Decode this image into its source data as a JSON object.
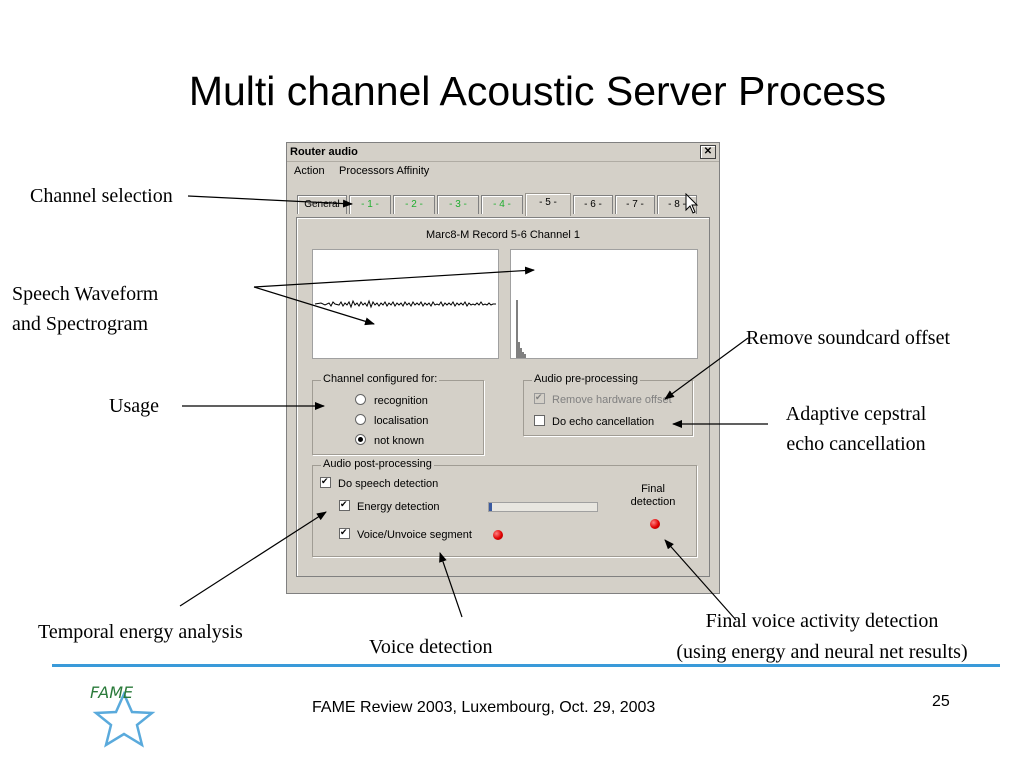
{
  "slide": {
    "title": "Multi channel Acoustic Server Process",
    "footer": "FAME Review 2003, Luxembourg, Oct. 29, 2003",
    "page_number": "25",
    "logo_text": "FAME"
  },
  "annotations": {
    "channel_selection": "Channel selection",
    "speech_waveform_1": "Speech Waveform",
    "speech_waveform_2": "and Spectrogram",
    "usage": "Usage",
    "remove_offset": "Remove soundcard offset",
    "adaptive_1": "Adaptive cepstral",
    "adaptive_2": "echo cancellation",
    "temporal": "Temporal energy analysis",
    "voice_detection": "Voice detection",
    "final_vad_1": "Final voice activity detection",
    "final_vad_2": "(using energy and neural net results)"
  },
  "dialog": {
    "title": "Router audio",
    "close_glyph": "✕",
    "menu": [
      "Action",
      "Processors Affinity"
    ],
    "tabs": [
      "General",
      "- 1 -",
      "- 2 -",
      "- 3 -",
      "- 4 -",
      "- 5 -",
      "- 6 -",
      "- 7 -",
      "- 8 -"
    ],
    "active_tab": "- 5 -",
    "channel_caption": "Marc8-M Record 5-6  Channel 1",
    "channel_group": {
      "legend": "Channel configured for:",
      "options": [
        "recognition",
        "localisation",
        "not known"
      ],
      "selected": "not known"
    },
    "preprocessing": {
      "legend": "Audio pre-processing",
      "remove_offset": "Remove hardware offset",
      "remove_offset_checked": true,
      "remove_offset_disabled": true,
      "echo_cancel": "Do echo cancellation",
      "echo_cancel_checked": false
    },
    "postprocessing": {
      "legend": "Audio post-processing",
      "speech_detection": "Do speech detection",
      "energy_detection": "Energy detection",
      "voice_segment": "Voice/Unvoice segment",
      "final_label_1": "Final",
      "final_label_2": "detection",
      "energy_level": 0.03
    }
  }
}
